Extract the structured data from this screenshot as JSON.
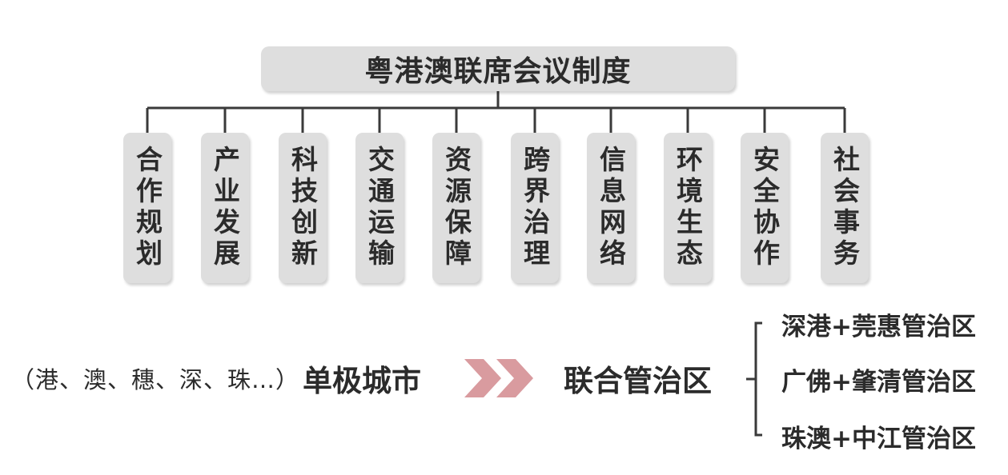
{
  "title": "粤港澳联席会议制度",
  "categories": [
    "合作规划",
    "产业发展",
    "科技创新",
    "交通运输",
    "资源保障",
    "跨界治理",
    "信息网络",
    "环境生态",
    "安全协作",
    "社会事务"
  ],
  "cities": {
    "list": "（港、澳、穗、深、珠…）",
    "label": "单极城市"
  },
  "joint_zone": "联合管治区",
  "zones": [
    "深港+莞惠管治区",
    "广佛+肇清管治区",
    "珠澳+中江管治区"
  ],
  "colors": {
    "box": "#dedede",
    "arrow": "#d99b9f",
    "line": "#3a3a3a"
  }
}
